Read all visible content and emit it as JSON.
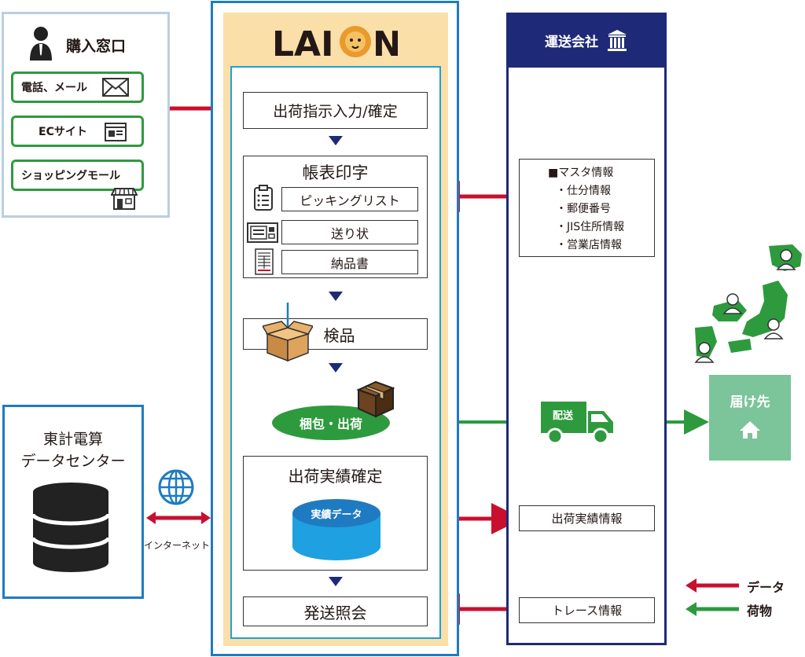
{
  "brand": {
    "logo": "LAION"
  },
  "purchase": {
    "title": "購入窓口",
    "items": [
      "電話、メール",
      "ECサイト",
      "ショッピングモール"
    ]
  },
  "carrier": {
    "title": "運送会社"
  },
  "flow": {
    "shipping_input": "出荷指示入力/確定",
    "form_print": "帳表印字",
    "docs": [
      "ピッキングリスト",
      "送り状",
      "納品書"
    ],
    "inspection": "検品",
    "packing": "梱包・出荷",
    "result_confirm": "出荷実績確定",
    "result_data": "実績データ",
    "shipping_inquiry": "発送照会"
  },
  "master": {
    "title": "■マスタ情報",
    "items": [
      "・仕分情報",
      "・郵便番号",
      "・JIS住所情報",
      "・営業店情報"
    ]
  },
  "truck_label": "配送",
  "destination": "届け先",
  "result_info": "出荷実績情報",
  "trace_info": "トレース情報",
  "datacenter": {
    "line1": "東計電算",
    "line2": "データセンター"
  },
  "internet": "インターネット",
  "legend": {
    "data": "データ",
    "goods": "荷物"
  },
  "colors": {
    "data_arrow": "#c8102e",
    "goods_arrow": "#2e9a3e",
    "navy": "#1e2a78",
    "accent_blue": "#1f7bc1",
    "beige": "#fbdfa8"
  }
}
